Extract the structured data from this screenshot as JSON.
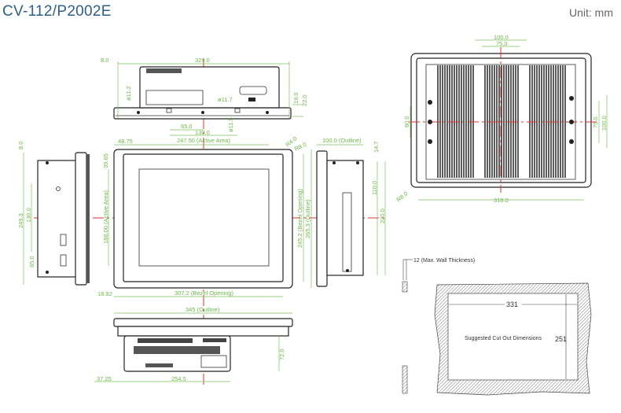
{
  "header": {
    "title": "CV-112/P2002E",
    "unit": "Unit: mm"
  },
  "top_view": {
    "width": "329.0",
    "offset": "8.0",
    "d1": "ø11.2",
    "d2": "ø11.7",
    "d3": "ø11.5",
    "h1": "19.0",
    "h2": "22.0",
    "s1": "65.0",
    "s2": "130.0"
  },
  "front_view": {
    "left_margin": "48.75",
    "active_w": "247.50 (Active Area)",
    "r1": "R4.0",
    "r2": "R8.0",
    "top_margin": "39.65",
    "active_h": "186.00 (Active Area)",
    "bezel_h": "245.2 (Bezel Opening)",
    "outline_h": "265.3 (Outline)",
    "bottom_margin": "18.92",
    "bezel_w": "307.2 (Bezel Opening)"
  },
  "left_view": {
    "offset": "8.0",
    "height": "249.3",
    "s1": "130.0",
    "s2": "65.0"
  },
  "right_view": {
    "depth": "100.0 (Outline)",
    "t": "14.7",
    "h1": "110.0",
    "h2": "220.0"
  },
  "bottom_view": {
    "outline": "345 (Outline)",
    "depth": "72.0",
    "offset": "37.25",
    "width": "254.5"
  },
  "back_view": {
    "vesa100": "100.0",
    "vesa75": "75.0",
    "s60": "60.0",
    "v75": "75.0",
    "v100": "100.0",
    "r": "R8.0",
    "width": "318.0"
  },
  "cutout": {
    "wall": "12 (Max. Wall Thickness)",
    "w": "331",
    "h": "251",
    "label": "Suggested Cut Out Dimensions"
  }
}
